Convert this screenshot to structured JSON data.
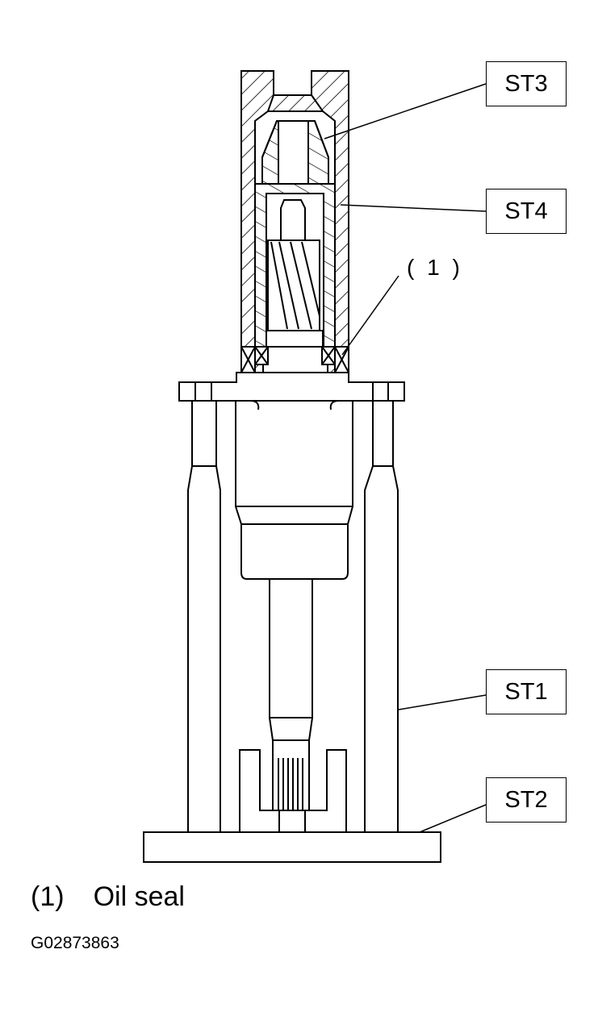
{
  "labels": {
    "st3": "ST3",
    "st4": "ST4",
    "st1": "ST1",
    "st2": "ST2"
  },
  "callout": "( 1 )",
  "legend": {
    "number": "(1)",
    "text": "Oil seal"
  },
  "figure_id": "G02873863"
}
